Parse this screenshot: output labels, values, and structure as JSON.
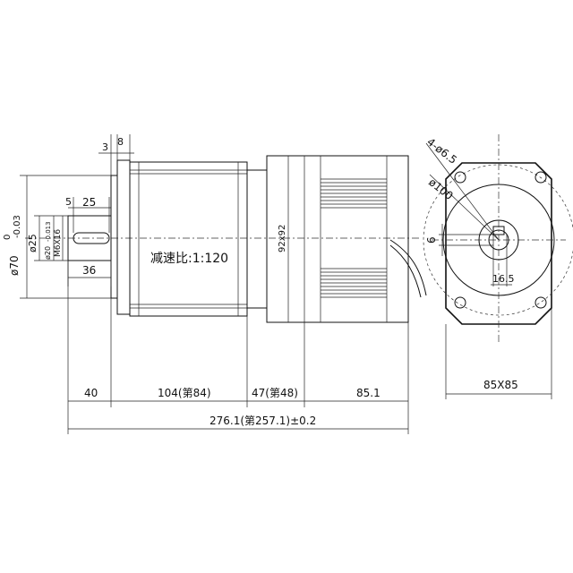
{
  "drawing": {
    "dims": {
      "flange_offset": "3",
      "flange_thick": "8",
      "shaft_key_offset": "5",
      "shaft_key_len": "25",
      "shaft_len": "36",
      "phi70": "ø70",
      "phi70_tol_upper": "0",
      "phi70_tol_lower": "-0.03",
      "phi25": "ø25",
      "phi20": "ø20",
      "phi20_tol": "-0.013",
      "thread": "M6X16",
      "ratio_label": "减速比:1:120",
      "gearhead_square": "92x92",
      "len_40": "40",
      "len_104": "104(第84)",
      "len_47": "47(第48)",
      "len_85": "85.1",
      "len_total": "276.1(第257.1)±0.2",
      "holes": "4-ø6.5",
      "pcd": "ø100",
      "key_width": "6",
      "key_height": "16.5",
      "square": "85X85"
    }
  }
}
